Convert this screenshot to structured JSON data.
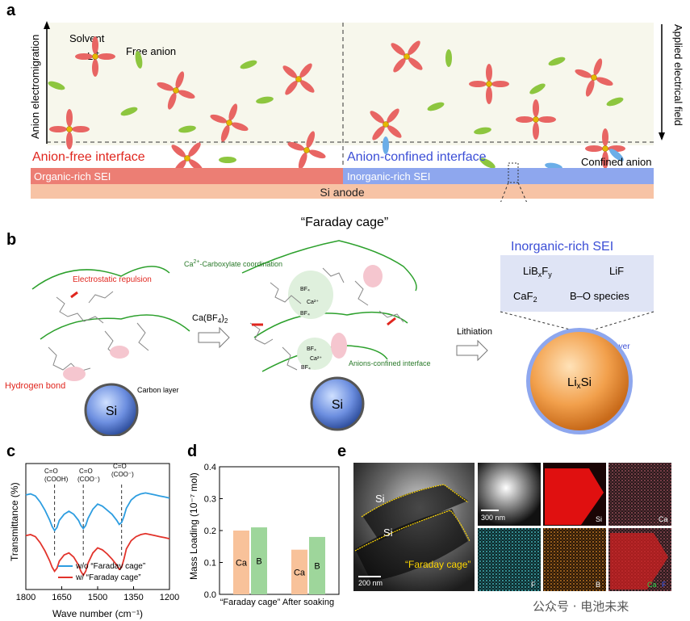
{
  "panels": {
    "a": {
      "label": "a",
      "y_axis": "Anion electromigration",
      "right_axis": "Applied electrical field",
      "solvent": "Solvent",
      "li": "Li",
      "li_sup": "+",
      "free_anion": "Free anion",
      "left_interface": "Anion-free interface",
      "right_interface": "Anion-confined interface",
      "left_sei": "Organic-rich SEI",
      "right_sei": "Inorganic-rich SEI",
      "anode": "Si anode",
      "confined_anion": "Confined anion",
      "colors": {
        "bg": "#f7f7ec",
        "left_sei": "#ec7e74",
        "right_sei": "#8ea7ee",
        "anode": "#f7c3a5",
        "left_title": "#e0261e",
        "right_title": "#3b4ed6"
      }
    },
    "b": {
      "label": "b",
      "cage": "“Faraday cage”",
      "repulsion": "Electrostatic repulsion",
      "hbond": "Hydrogen bond",
      "carbon": "Carbon layer",
      "si": "Si",
      "reagent_pre": "Ca(BF",
      "reagent_sub": "4",
      "reagent_post": ")",
      "reagent_sub2": "2",
      "ca_coord_pre": "Ca",
      "ca_coord_sup": "2+",
      "ca_coord_post": "-Carboxylate coordination",
      "anions_conf": "Anions-confined interface",
      "lithiation": "Lithiation",
      "sei_title": "Inorganic-rich SEI",
      "sei_items": {
        "libf_a": "LiB",
        "libf_b": "x",
        "libf_c": "F",
        "libf_d": "y",
        "lif": "LiF",
        "caf_a": "CaF",
        "caf_b": "2",
        "bo": "B–O species"
      },
      "sei_layer": "SEI layer",
      "lixsi_a": "Li",
      "lixsi_b": "x",
      "lixsi_c": "Si",
      "bf4": "BF₄",
      "ca2": "Ca²⁺"
    },
    "c": {
      "label": "c",
      "peak1": "C=O",
      "peak1_sub": "(COOH)",
      "peak2": "C=O",
      "peak2_sub": "(COO⁻)",
      "peak3": "C=O",
      "peak3_sub": "(COO⁻)"
    },
    "d": {
      "label": "d"
    },
    "e": {
      "label": "e",
      "si1": "Si",
      "si2": "Si",
      "cage": "“Faraday cage”",
      "scale1": "200 nm",
      "scale2": "300 nm",
      "map_si": "Si",
      "map_ca": "Ca",
      "map_f": "F",
      "map_b": "B",
      "map_ca2": "Ca",
      "map_f2": "F",
      "watermark": "公众号 · 电池未来"
    }
  },
  "chart_data": [
    {
      "type": "line",
      "xlabel": "Wave number (cm⁻¹)",
      "ylabel": "Transmittance (%)",
      "xlim": [
        1800,
        1200
      ],
      "x_ticks": [
        1800,
        1650,
        1500,
        1350,
        1200
      ],
      "peaks": [
        1680,
        1560,
        1400
      ],
      "series": [
        {
          "name": "w/o “Faraday cage”",
          "color": "#2d9de0",
          "x": [
            1800,
            1780,
            1760,
            1740,
            1720,
            1700,
            1690,
            1680,
            1670,
            1660,
            1640,
            1620,
            1600,
            1580,
            1570,
            1560,
            1550,
            1540,
            1520,
            1500,
            1480,
            1460,
            1440,
            1420,
            1410,
            1400,
            1390,
            1380,
            1360,
            1340,
            1320,
            1300,
            1280,
            1260,
            1240,
            1220,
            1200
          ],
          "y": [
            0.85,
            0.86,
            0.84,
            0.78,
            0.7,
            0.6,
            0.54,
            0.5,
            0.53,
            0.6,
            0.66,
            0.69,
            0.66,
            0.6,
            0.55,
            0.52,
            0.55,
            0.62,
            0.71,
            0.76,
            0.74,
            0.7,
            0.66,
            0.6,
            0.56,
            0.58,
            0.64,
            0.72,
            0.8,
            0.84,
            0.86,
            0.87,
            0.86,
            0.85,
            0.84,
            0.83,
            0.82
          ]
        },
        {
          "name": "w/ “Faraday cage”",
          "color": "#e2332b",
          "x": [
            1800,
            1780,
            1760,
            1740,
            1720,
            1700,
            1690,
            1680,
            1670,
            1660,
            1640,
            1620,
            1600,
            1580,
            1570,
            1560,
            1550,
            1540,
            1520,
            1500,
            1480,
            1460,
            1440,
            1420,
            1410,
            1400,
            1390,
            1380,
            1360,
            1340,
            1320,
            1300,
            1280,
            1260,
            1240,
            1220,
            1200
          ],
          "y": [
            0.45,
            0.46,
            0.44,
            0.38,
            0.3,
            0.2,
            0.14,
            0.1,
            0.13,
            0.2,
            0.26,
            0.28,
            0.24,
            0.16,
            0.1,
            0.06,
            0.1,
            0.18,
            0.28,
            0.33,
            0.31,
            0.27,
            0.22,
            0.16,
            0.12,
            0.14,
            0.22,
            0.32,
            0.4,
            0.44,
            0.46,
            0.47,
            0.46,
            0.45,
            0.44,
            0.43,
            0.42
          ]
        }
      ]
    },
    {
      "type": "bar",
      "ylabel": "Mass Loading (10⁻⁷ mol)",
      "ylim": [
        0.0,
        0.4
      ],
      "y_ticks": [
        0.0,
        0.1,
        0.2,
        0.3,
        0.4
      ],
      "categories": [
        "“Faraday cage”",
        "After soaking"
      ],
      "series": [
        {
          "name": "Ca",
          "color": "#f8c29a",
          "values": [
            0.2,
            0.14
          ]
        },
        {
          "name": "B",
          "color": "#9ed69b",
          "values": [
            0.21,
            0.18
          ]
        }
      ]
    }
  ]
}
